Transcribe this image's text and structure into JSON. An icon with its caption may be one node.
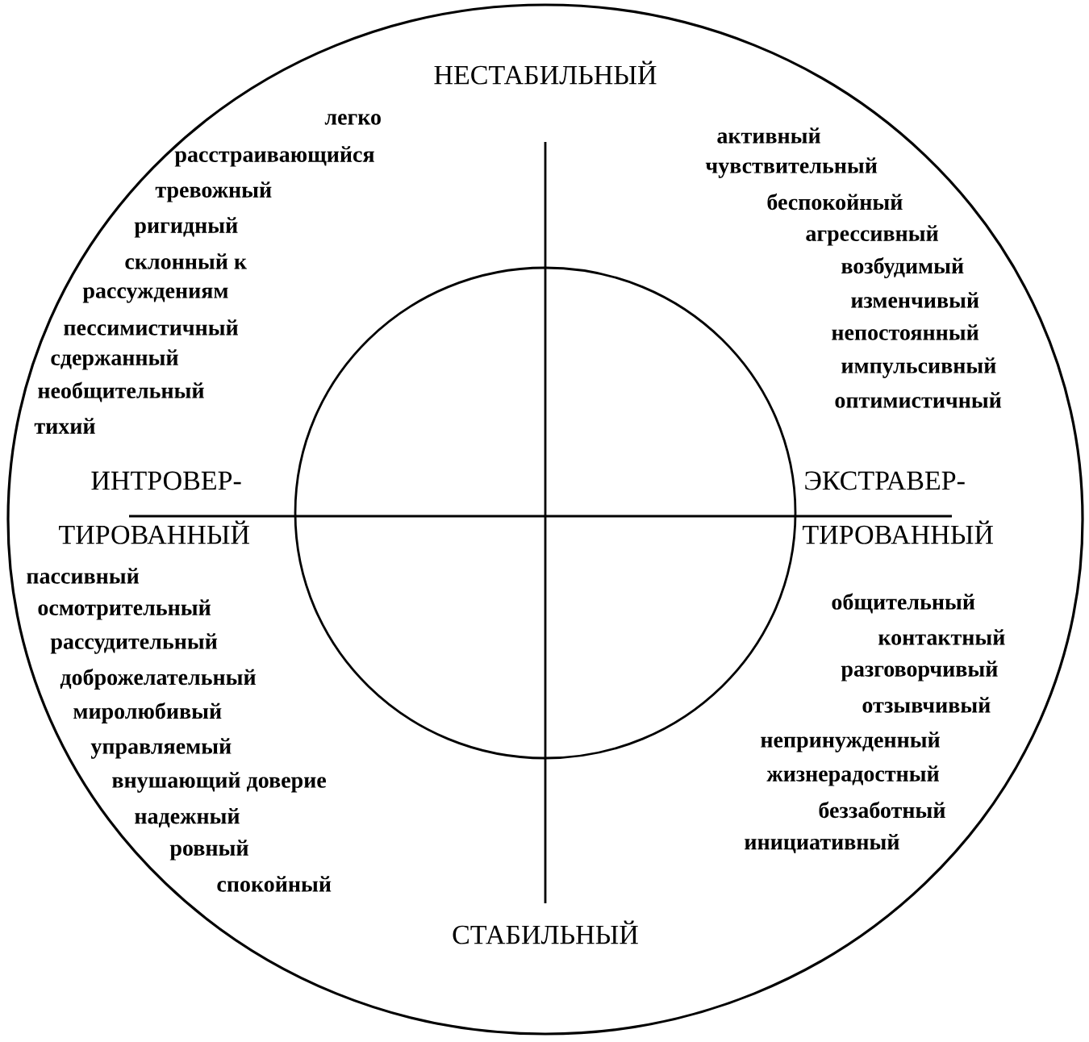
{
  "diagram": {
    "labels": [
      "НЕСТАБИЛЬНЫЙ",
      "легко",
      "расстраивающийся",
      "тревожный",
      "ригидный",
      "склонный к",
      "рассуждениям",
      "пессимистичный",
      "сдержанный",
      "необщительный",
      "тихий",
      "активный",
      "чувствительный",
      "беспокойный",
      "агрессивный",
      "возбудимый",
      "изменчивый",
      "непостоянный",
      "импульсивный",
      "оптимистичный",
      "ИНТРОВЕР-",
      "ЭКСТРАВЕР-",
      "ТИРОВАННЫЙ",
      "ТИРОВАННЫЙ",
      "пассивный",
      "осмотрительный",
      "рассудительный",
      "доброжелательный",
      "миролюбивый",
      "управляемый",
      "внушающий доверие",
      "надежный",
      "ровный",
      "спокойный",
      "общительный",
      "контактный",
      "разговорчивый",
      "отзывчивый",
      "непринужденный",
      "жизнерадостный",
      "беззаботный",
      "инициативный",
      "СТАБИЛЬНЫЙ"
    ]
  }
}
